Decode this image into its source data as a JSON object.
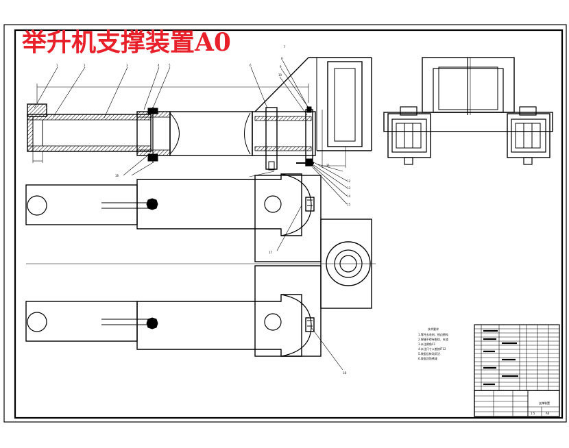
{
  "drawing": {
    "title": "举升机支撑装置A0",
    "balloons": [
      "1",
      "2",
      "3",
      "4",
      "5",
      "6",
      "7",
      "8",
      "9",
      "10",
      "11",
      "12",
      "13",
      "14",
      "15",
      "16",
      "17",
      "18"
    ],
    "tech_notes_title": "技术要求",
    "tech_notes": [
      "1.零件去毛刺，锐边倒钝",
      "2.焊缝不得有裂纹、夹渣",
      "3.未注倒角C1",
      "4.未注尺寸公差按IT12",
      "5.装配后转动灵活",
      "6.表面涂防锈漆"
    ],
    "title_block": {
      "name": "支撑装置",
      "scale": "1:5",
      "sheet": "A0"
    }
  },
  "colors": {
    "title": "#e8202a",
    "line": "#000000",
    "background": "#ffffff"
  }
}
